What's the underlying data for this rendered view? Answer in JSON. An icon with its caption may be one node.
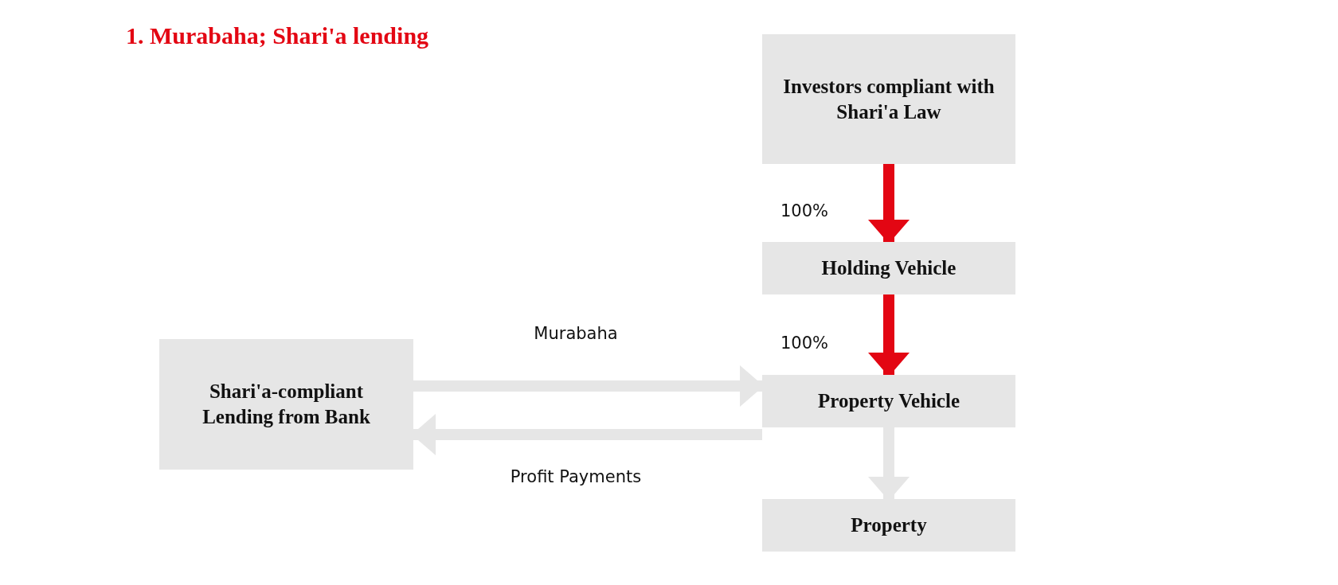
{
  "diagram": {
    "title": "1. Murabaha; Shari'a lending",
    "nodes": [
      {
        "text": [
          "Investors compliant with Shari'a Law"
        ]
      },
      {
        "text": [
          "Holding Vehicle"
        ]
      },
      {
        "text": [
          "Shari'a-compliant Lending from Bank"
        ]
      },
      {
        "text": [
          "Property Vehicle"
        ]
      },
      {
        "text": [
          "Property"
        ]
      }
    ],
    "edges": [
      {
        "from": 0,
        "to": 1,
        "arrow": "to",
        "label": "100%",
        "color": "#e30613"
      },
      {
        "from": 1,
        "to": 3,
        "arrow": "to",
        "label": "100%",
        "color": "#e30613"
      },
      {
        "from": 2,
        "to": 3,
        "arrow": "to",
        "label": "Murabaha"
      },
      {
        "from": 3,
        "to": 2,
        "arrow": "to",
        "label": "Profit Payments"
      },
      {
        "from": 3,
        "to": 4,
        "arrow": "to"
      }
    ]
  }
}
